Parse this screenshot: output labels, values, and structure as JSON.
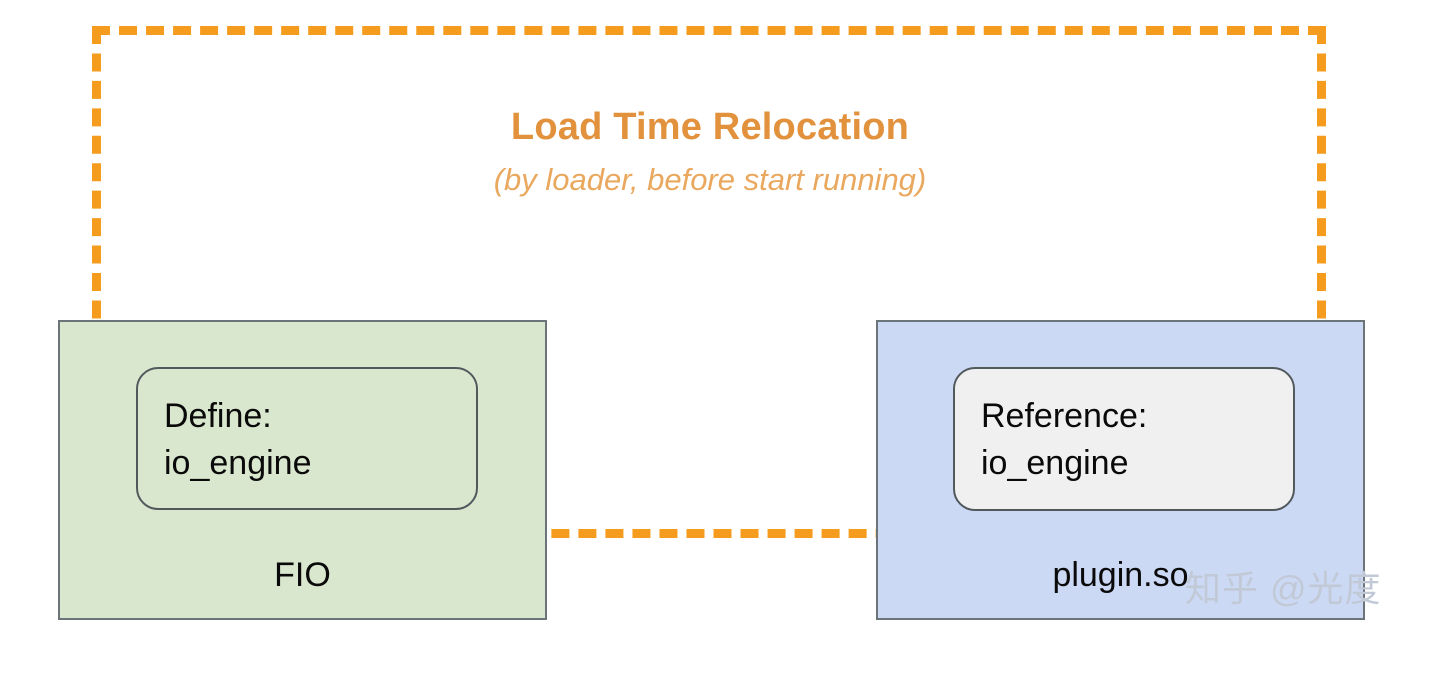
{
  "diagram": {
    "title": "Load Time Relocation",
    "subtitle": "(by loader, before start running)",
    "boundary_label": "load-time-relocation-boundary",
    "colors": {
      "accent_orange": "#f59c1e",
      "title_orange": "#e2913c",
      "subtitle_orange": "#e9a85e",
      "fio_panel_fill": "#d9e7ce",
      "plugin_panel_fill": "#ccd9f5",
      "symbol_box_fill": "#f0f0f0",
      "panel_border": "#6b7478",
      "symbol_border": "#52595d",
      "text": "#0a0a0a",
      "watermark": "#c2c9d6"
    },
    "panels": [
      {
        "id": "fio",
        "caption": "FIO",
        "symbol": {
          "kind": "Define:",
          "name": "io_engine"
        }
      },
      {
        "id": "plugin",
        "caption": "plugin.so",
        "symbol": {
          "kind": "Reference:",
          "name": "io_engine"
        }
      }
    ]
  },
  "watermark": {
    "text": "知乎 @光度"
  }
}
